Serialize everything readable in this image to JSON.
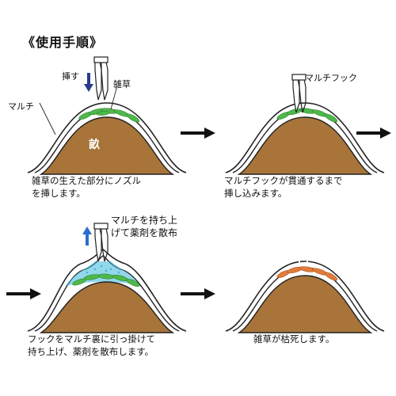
{
  "title": "《使用手順》",
  "colors": {
    "soil": "#a8743a",
    "soil_stroke": "#222222",
    "mulch": "#ffffff",
    "weed_green": "#4db84a",
    "chem_blue": "#3ab6d8",
    "dead_orange": "#e07b3a",
    "down_arrow": "#2a3b8c",
    "up_arrow": "#2a6dd0"
  },
  "panel1": {
    "insert_label": "挿す",
    "weed_label": "雑草",
    "mulch_label": "マルチ",
    "ridge_label": "畝",
    "caption": "雑草の生えた部分にノズル\nを挿します。"
  },
  "panel2": {
    "hook_label": "マルチフック",
    "caption": "マルチフックが貫通するまで\n挿し込みます。"
  },
  "panel3": {
    "action_label": "マルチを持ち上\nげて薬剤を散布",
    "caption": "フックをマルチ裏に引っ掛けて\n持ち上げ、薬剤を散布します。"
  },
  "panel4": {
    "caption": "雑草が枯死します。"
  },
  "icons": {
    "flow_arrow": "right-arrow-icon",
    "insert_arrow": "down-arrow-icon",
    "lift_arrow": "up-arrow-icon",
    "tool": "nozzle-tool-icon"
  }
}
